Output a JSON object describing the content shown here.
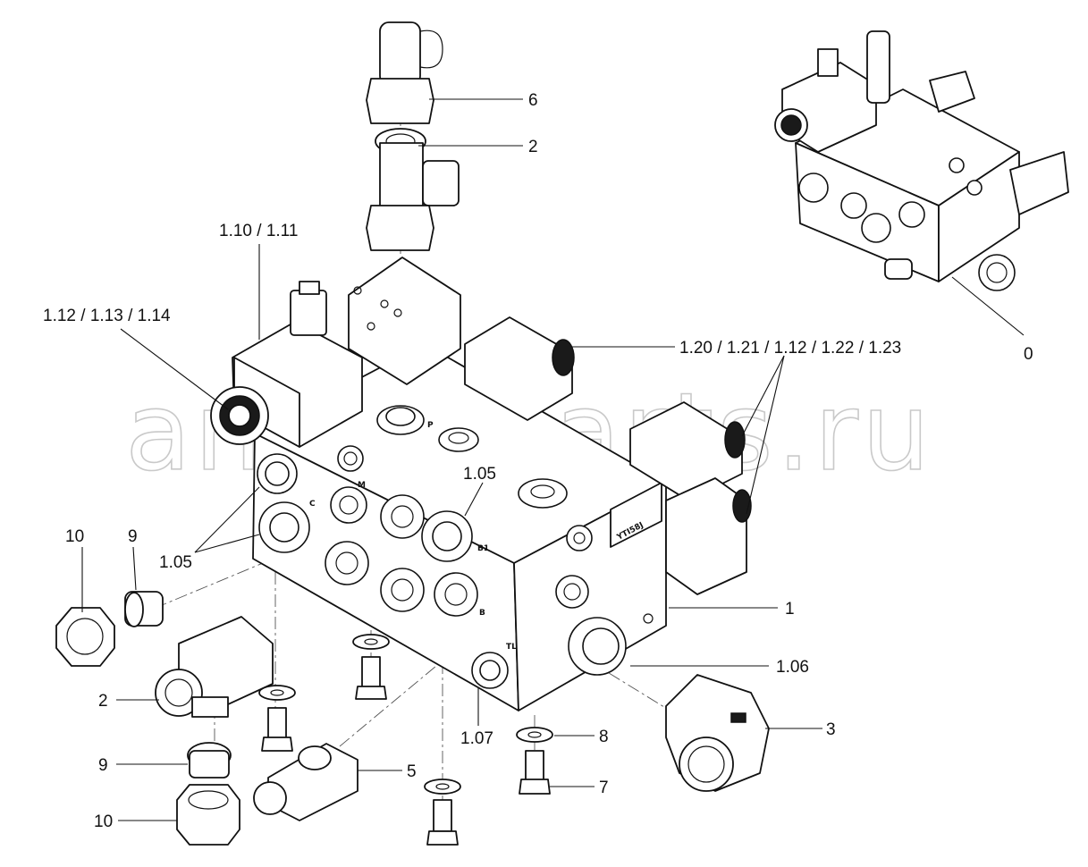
{
  "watermark": "ansat-parts.ru",
  "callouts": [
    {
      "id": "c6",
      "text": "6"
    },
    {
      "id": "c2a",
      "text": "2"
    },
    {
      "id": "c110",
      "text": "1.10 / 1.11"
    },
    {
      "id": "c112",
      "text": "1.12 / 1.13 / 1.14"
    },
    {
      "id": "c120",
      "text": "1.20 / 1.21 / 1.12 / 1.22 / 1.23"
    },
    {
      "id": "c0",
      "text": "0"
    },
    {
      "id": "c105a",
      "text": "1.05"
    },
    {
      "id": "c105b",
      "text": "1.05"
    },
    {
      "id": "c1",
      "text": "1"
    },
    {
      "id": "c106",
      "text": "1.06"
    },
    {
      "id": "c10a",
      "text": "10"
    },
    {
      "id": "c9a",
      "text": "9"
    },
    {
      "id": "c2b",
      "text": "2"
    },
    {
      "id": "c3",
      "text": "3"
    },
    {
      "id": "c107",
      "text": "1.07"
    },
    {
      "id": "c8",
      "text": "8"
    },
    {
      "id": "c9b",
      "text": "9"
    },
    {
      "id": "c5",
      "text": "5"
    },
    {
      "id": "c7",
      "text": "7"
    },
    {
      "id": "c10b",
      "text": "10"
    }
  ],
  "port_marks": {
    "c": "C",
    "m": "M",
    "b1": "B1",
    "b": "B",
    "tl": "TL",
    "p": "P"
  },
  "nameplate": "YTI58J",
  "icons": {
    "valve-block": "hydraulic-valve-block",
    "solenoid": "solenoid-coil",
    "fitting": "hex-fitting"
  }
}
